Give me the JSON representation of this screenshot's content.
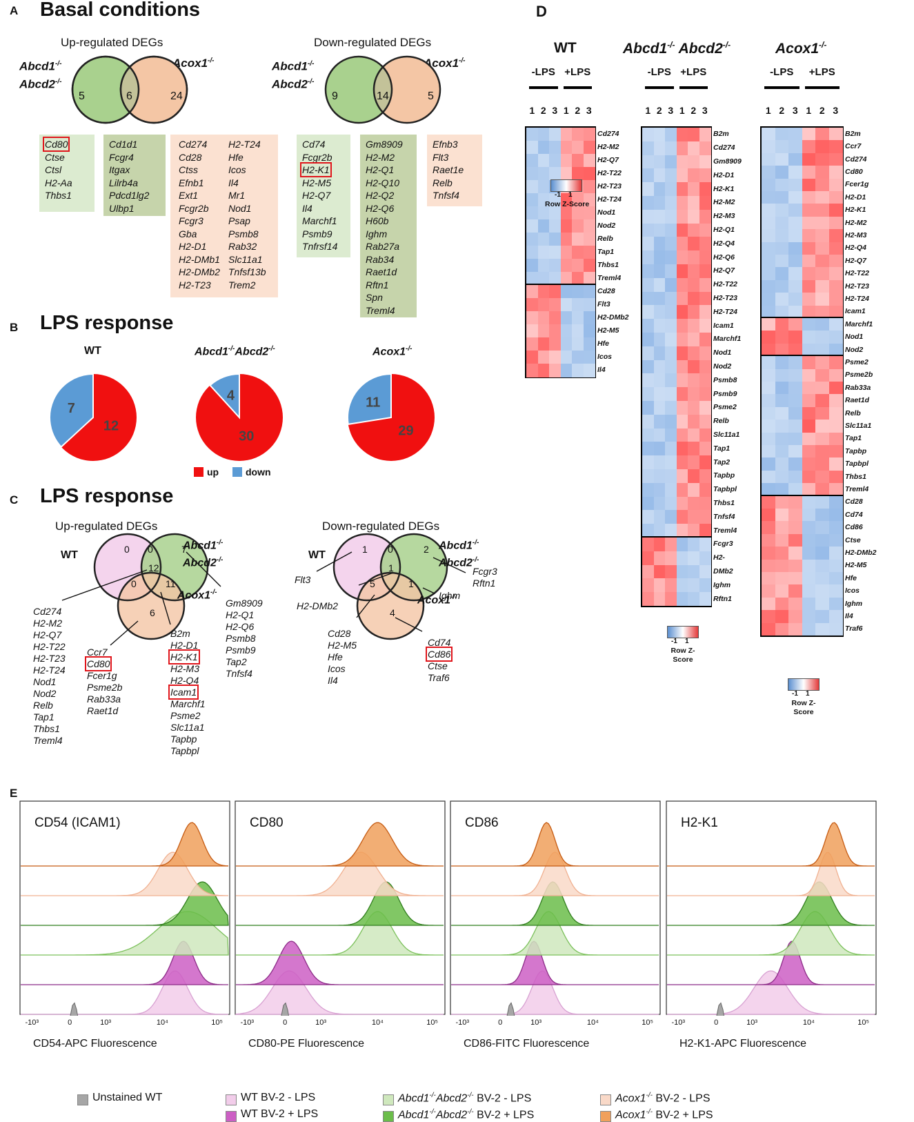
{
  "panelA": {
    "letter": "A",
    "title": "Basal conditions",
    "up": {
      "subtitle": "Up-regulated DEGs",
      "left": "Abcd1-/- Abcd2-/-",
      "right": "Acox1-/-",
      "counts": [
        "5",
        "6",
        "24"
      ],
      "lists": [
        [
          "Cd80",
          "Ctse",
          "Ctsl",
          "H2-Aa",
          "Thbs1"
        ],
        [
          "Cd1d1",
          "Fcgr4",
          "Itgax",
          "Lilrb4a",
          "Pdcd1lg2",
          "Ulbp1"
        ],
        [
          "Cd274",
          "Cd28",
          "Ctss",
          "Efnb1",
          "Ext1",
          "Fcgr2b",
          "Fcgr3",
          "Gba",
          "H2-D1",
          "H2-DMb1",
          "H2-DMb2",
          "H2-T23"
        ],
        [
          "H2-T24",
          "Hfe",
          "Icos",
          "Il4",
          "Mr1",
          "Nod1",
          "Psap",
          "Psmb8",
          "Rab32",
          "Slc11a1",
          "Tnfsf13b",
          "Trem2"
        ]
      ]
    },
    "down": {
      "subtitle": "Down-regulated DEGs",
      "left": "Abcd1-/- Abcd2-/-",
      "right": "Acox1-/-",
      "counts": [
        "9",
        "14",
        "5"
      ],
      "lists": [
        [
          "Cd74",
          "Fcgr2b",
          "H2-K1",
          "H2-M5",
          "H2-Q7",
          "Il4",
          "Marchf1",
          "Psmb9",
          "Tnfrsf14"
        ],
        [
          "Gm8909",
          "H2-M2",
          "H2-Q1",
          "H2-Q10",
          "H2-Q2",
          "H2-Q6",
          "H60b",
          "Ighm",
          "Rab27a",
          "Rab34",
          "Raet1d",
          "Rftn1",
          "Spn",
          "Treml4"
        ],
        [
          "Efnb3",
          "Flt3",
          "Raet1e",
          "Relb",
          "Tnfsf4"
        ]
      ]
    }
  },
  "panelB": {
    "letter": "B",
    "title": "LPS response",
    "pies": [
      {
        "label": "WT",
        "up": 12,
        "down": 7
      },
      {
        "label": "Abcd1-/-Abcd2-/-",
        "up": 30,
        "down": 4
      },
      {
        "label": "Acox1-/-",
        "up": 29,
        "down": 11
      }
    ],
    "legend": {
      "up": "up",
      "down": "down",
      "up_color": "#f01010",
      "down_color": "#5b9bd5"
    }
  },
  "panelC": {
    "letter": "C",
    "title": "LPS response",
    "up": {
      "subtitle": "Up-regulated DEGs",
      "wt": "WT",
      "abcd": "Abcd1-/- Abcd2-/-",
      "acox": "Acox1-/-",
      "counts": {
        "wt_only": "0",
        "wt_abcd": "0",
        "abcd_only": "7",
        "wt_acox": "0",
        "all": "12",
        "abcd_acox": "11",
        "acox_only": "6"
      },
      "list_all": [
        "Cd274",
        "H2-M2",
        "H2-Q7",
        "H2-T22",
        "H2-T23",
        "H2-T24",
        "Nod1",
        "Nod2",
        "Relb",
        "Tap1",
        "Thbs1",
        "Treml4"
      ],
      "list_acox": [
        "Ccr7",
        "Cd80",
        "Fcer1g",
        "Psme2b",
        "Rab33a",
        "Raet1d"
      ],
      "list_abcd_acox": [
        "B2m",
        "H2-D1",
        "H2-K1",
        "H2-M3",
        "H2-Q4",
        "Icam1",
        "Marchf1",
        "Psme2",
        "Slc11a1",
        "Tapbp",
        "Tapbpl"
      ],
      "list_abcd": [
        "Gm8909",
        "H2-Q1",
        "H2-Q6",
        "Psmb8",
        "Psmb9",
        "Tap2",
        "Tnfsf4"
      ]
    },
    "down": {
      "subtitle": "Down-regulated DEGs",
      "wt": "WT",
      "abcd": "Abcd1-/- Abcd2-/-",
      "acox": "Acox1-/-",
      "counts": {
        "wt_only": "1",
        "wt_abcd": "0",
        "abcd_only": "2",
        "wt_acox": "5",
        "all": "1",
        "abcd_acox": "1",
        "acox_only": "4"
      },
      "list_wt": [
        "Flt3"
      ],
      "list_all": [
        "H2-DMb2"
      ],
      "list_wt_acox": [
        "Cd28",
        "H2-M5",
        "Hfe",
        "Icos",
        "Il4"
      ],
      "list_acox": [
        "Cd74",
        "Cd86",
        "Ctse",
        "Traf6"
      ],
      "list_abcd_acox": [
        "Ighm"
      ],
      "list_abcd": [
        "Fcgr3",
        "Rftn1"
      ]
    }
  },
  "panelD": {
    "letter": "D",
    "scale_label": "Row Z-Score",
    "scale_ticks": [
      "-1",
      "1"
    ],
    "heatmaps": [
      {
        "title": "WT",
        "minus": "-LPS",
        "plus": "+LPS",
        "cols": [
          "1",
          "2",
          "3",
          "1",
          "2",
          "3"
        ],
        "rows_up": [
          "Cd274",
          "H2-M2",
          "H2-Q7",
          "H2-T22",
          "H2-T23",
          "H2-T24",
          "Nod1",
          "Nod2",
          "Relb",
          "Tap1",
          "Thbs1",
          "Treml4"
        ],
        "rows_down": [
          "Cd28",
          "Flt3",
          "H2-DMb2",
          "H2-M5",
          "Hfe",
          "Icos",
          "Il4"
        ]
      },
      {
        "title": "Abcd1-/- Abcd2-/-",
        "minus": "-LPS",
        "plus": "+LPS",
        "cols": [
          "1",
          "2",
          "3",
          "1",
          "2",
          "3"
        ],
        "rows_up": [
          "B2m",
          "Cd274",
          "Gm8909",
          "H2-D1",
          "H2-K1",
          "H2-M2",
          "H2-M3",
          "H2-Q1",
          "H2-Q4",
          "H2-Q6",
          "H2-Q7",
          "H2-T22",
          "H2-T23",
          "H2-T24",
          "Icam1",
          "Marchf1",
          "Nod1",
          "Nod2",
          "Psmb8",
          "Psmb9",
          "Psme2",
          "Relb",
          "Slc11a1",
          "Tap1",
          "Tap2",
          "Tapbp",
          "Tapbpl",
          "Thbs1",
          "Tnfsf4",
          "Treml4"
        ],
        "rows_down": [
          "Fcgr3",
          "H2-",
          "DMb2",
          "Ighm",
          "Rftn1"
        ]
      },
      {
        "title": "Acox1-/-",
        "minus": "-LPS",
        "plus": "+LPS",
        "cols": [
          "1",
          "2",
          "3",
          "1",
          "2",
          "3"
        ],
        "rows_up": [
          "B2m",
          "Ccr7",
          "Cd274",
          "Cd80",
          "Fcer1g",
          "H2-D1",
          "H2-K1",
          "H2-M2",
          "H2-M3",
          "H2-Q4",
          "H2-Q7",
          "H2-T22",
          "H2-T23",
          "H2-T24",
          "Icam1"
        ],
        "rows_mid": [
          "Marchf1",
          "Nod1",
          "Nod2"
        ],
        "rows_up2": [
          "Psme2",
          "Psme2b",
          "Rab33a",
          "Raet1d",
          "Relb",
          "Slc11a1",
          "Tap1",
          "Tapbp",
          "Tapbpl",
          "Thbs1",
          "Treml4"
        ],
        "rows_down": [
          "Cd28",
          "Cd74",
          "Cd86",
          "Ctse",
          "H2-DMb2",
          "H2-M5",
          "Hfe",
          "Icos",
          "Ighm",
          "Il4",
          "Traf6"
        ]
      }
    ]
  },
  "panelE": {
    "letter": "E",
    "panels": [
      {
        "title": "CD54 (ICAM1)",
        "xlabel": "CD54-APC Fluorescence",
        "ticks": [
          "-10³",
          "0",
          "10³",
          "10⁴",
          "10⁵"
        ]
      },
      {
        "title": "CD80",
        "xlabel": "CD80-PE Fluorescence",
        "ticks": [
          "-10³",
          "0",
          "10³",
          "10⁴",
          "10⁵"
        ]
      },
      {
        "title": "CD86",
        "xlabel": "CD86-FITC Fluorescence",
        "ticks": [
          "-10³",
          "0",
          "10³",
          "10⁴",
          "10⁵"
        ]
      },
      {
        "title": "H2-K1",
        "xlabel": "H2-K1-APC Fluorescence",
        "ticks": [
          "-10³",
          "0",
          "10³",
          "10⁴",
          "10⁵"
        ]
      }
    ],
    "legend": [
      {
        "label": "Unstained WT",
        "color": "#a6a6a6"
      },
      {
        "label": "WT BV-2 - LPS",
        "color": "#f2cdea"
      },
      {
        "label": "WT BV-2 + LPS",
        "color": "#cc5fc4"
      },
      {
        "label": "Abcd1-/-Abcd2-/- BV-2 - LPS",
        "color": "#cfe8bd"
      },
      {
        "label": "Abcd1-/-Abcd2-/- BV-2 + LPS",
        "color": "#6bbd4a"
      },
      {
        "label": "Acox1-/- BV-2 - LPS",
        "color": "#f9d9c8"
      },
      {
        "label": "Acox1-/- BV-2 + LPS",
        "color": "#f0a05c"
      }
    ]
  }
}
